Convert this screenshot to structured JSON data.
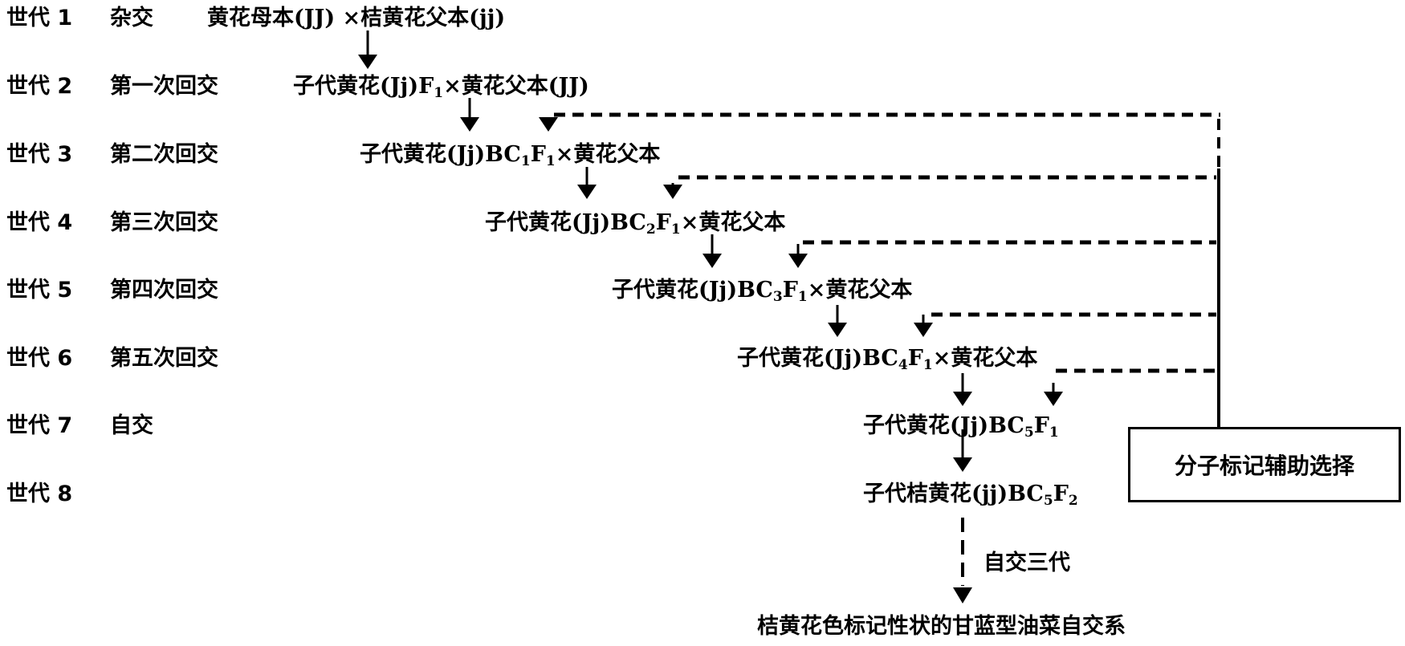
{
  "generations": [
    {
      "label": "世代 1",
      "step": "杂交"
    },
    {
      "label": "世代 2",
      "step": "第一次回交"
    },
    {
      "label": "世代 3",
      "step": "第二次回交"
    },
    {
      "label": "世代 4",
      "step": "第三次回交"
    },
    {
      "label": "世代 5",
      "step": "第四次回交"
    },
    {
      "label": "世代 6",
      "step": "第五次回交"
    },
    {
      "label": "世代 7",
      "step": "自交"
    },
    {
      "label": "世代 8",
      "step": ""
    }
  ],
  "crosses": {
    "g1": {
      "text": "黄花母本(JJ) ×桔黄花父本(jj)"
    },
    "g2": {
      "pre": "子代黄花(Jj)F",
      "sub1": "1",
      "post": "×黄花父本(JJ)"
    },
    "g3": {
      "pre": "子代黄花(Jj)BC",
      "sub1": "1",
      "mid": "F",
      "sub2": "1",
      "post": "×黄花父本"
    },
    "g4": {
      "pre": "子代黄花(Jj)BC",
      "sub1": "2",
      "mid": "F",
      "sub2": "1",
      "post": "×黄花父本"
    },
    "g5": {
      "pre": "子代黄花(Jj)BC",
      "sub1": "3",
      "mid": "F",
      "sub2": "1",
      "post": "×黄花父本"
    },
    "g6": {
      "pre": "子代黄花(Jj)BC",
      "sub1": "4",
      "mid": "F",
      "sub2": "1",
      "post": "×黄花父本"
    },
    "g7": {
      "pre": "子代黄花(Jj)BC",
      "sub1": "5",
      "mid": "F",
      "sub2": "1"
    },
    "g8": {
      "pre": "子代桔黄花(jj)BC",
      "sub1": "5",
      "mid": "F",
      "sub2": "2"
    }
  },
  "selfing_label": "自交三代",
  "final_product": "桔黄花色标记性状的甘蓝型油菜自交系",
  "mas_box": "分子标记辅助选择"
}
